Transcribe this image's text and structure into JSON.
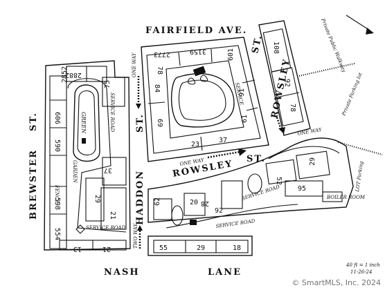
{
  "streets": {
    "fairfield": "FAIRFIELD AVE.",
    "rowsley_center": "ROWSLEY",
    "rowsley_st": "ST.",
    "rowsley_vertical": "ROWSLEY",
    "st_top": "ST.",
    "brewster": "BREWSTER",
    "brewster_st": "ST.",
    "haddon": "HADDON",
    "haddon_st": "ST.",
    "nash": "NASH",
    "lane": "LANE"
  },
  "annotations": {
    "one_way_left": "ONE WAY",
    "one_way_center": "ONE WAY",
    "one_way_right": "ONE WAY",
    "two_way": "TWO WAY",
    "service_road_left": "SERVICE ROAD",
    "service_road_bottom_left": "SERVICE ROAD",
    "service_road_center": "SERVICE",
    "service_road_right": "SERVICE ROAD",
    "service_road_bottom": "SERVICE ROAD",
    "green": "GREEN",
    "garden": "GARDEN",
    "boiler_room": "BOILER ROOM",
    "public_walkway": "Private Public Walkway",
    "private_parking": "Private Parking lot",
    "parking_lot_right": "LOT Parking",
    "fence": "FENCE",
    "scale": "40 ft = 1 inch",
    "date": "11-26-24"
  },
  "buildings": {
    "b2882": "2882",
    "b2852": "2852",
    "b75": "75",
    "b606": "606",
    "b590": "590",
    "b598": "598",
    "b554": "554",
    "b37_left": "37",
    "b29_left": "29",
    "b21_left": "21",
    "b13_left": "13",
    "b21_bottom": "21",
    "b2773": "2773",
    "b3159": "3159",
    "b78": "78",
    "b84": "84",
    "b601": "601",
    "b91": "91",
    "b69": "69",
    "b23": "23",
    "b37_center": "37",
    "b61": "61",
    "b108": "108",
    "b92": "92",
    "b78_right": "78",
    "b62": "62",
    "b20": "20",
    "b92_lower": "92",
    "b29_lower": "29",
    "b52": "52",
    "b95": "95",
    "b55": "55",
    "b29_bottom": "29",
    "b18": "18",
    "b28": "28"
  },
  "watermark": "© SmartMLS, Inc.  2024"
}
